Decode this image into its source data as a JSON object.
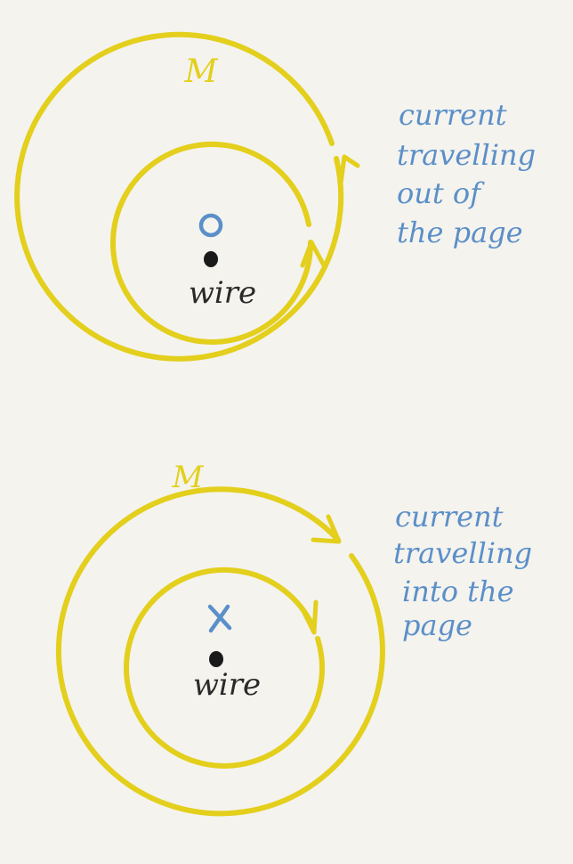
{
  "colors": {
    "background": "#f4f3ee",
    "field_lines": "#e3cf1c",
    "annotation": "#5b8fc8",
    "wire": "#1a1a1a",
    "wire_label": "#2a2a2a"
  },
  "diagrams": [
    {
      "field_label": "M",
      "current_symbol": "o",
      "current_symbol_meaning": "dot-out-of-page",
      "wire_label": "wire",
      "rotation": "anticlockwise",
      "note_lines": [
        "current",
        "travelling",
        "out of",
        "the page"
      ]
    },
    {
      "field_label": "M",
      "current_symbol": "x",
      "current_symbol_meaning": "cross-into-page",
      "wire_label": "wire",
      "rotation": "clockwise",
      "note_lines": [
        "current",
        "travelling",
        "into the",
        "page"
      ]
    }
  ]
}
